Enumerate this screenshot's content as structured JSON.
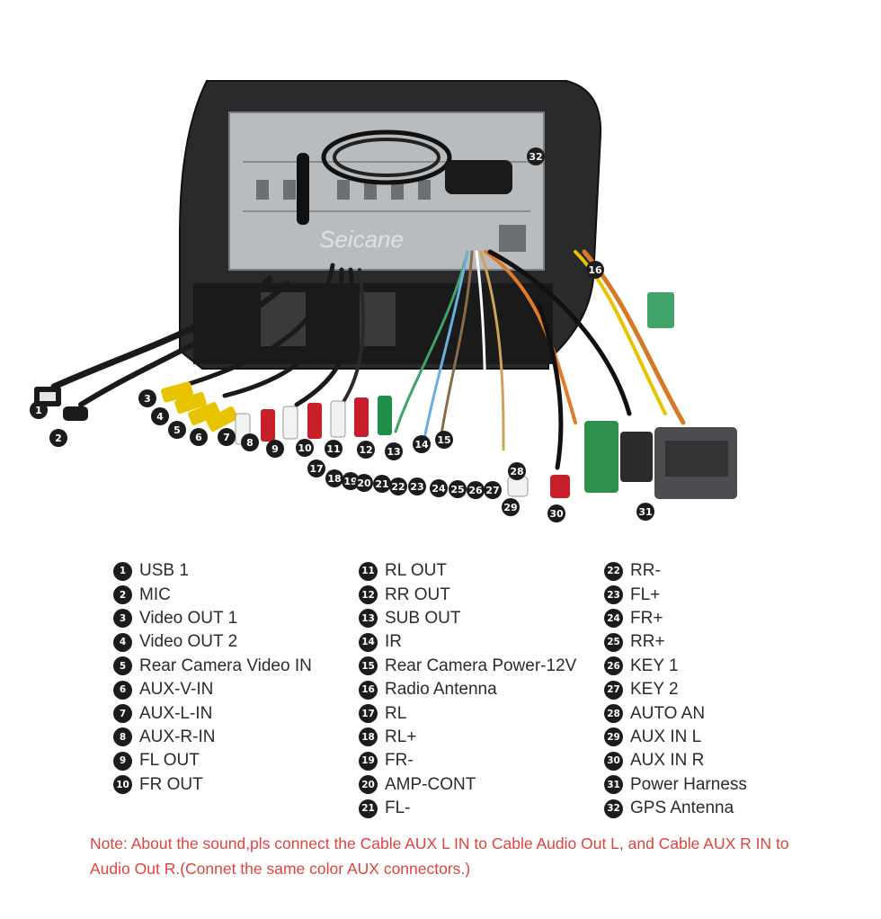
{
  "watermark": "Seicane",
  "legend": {
    "col1": [
      {
        "num": "1",
        "label": "USB 1"
      },
      {
        "num": "2",
        "label": "MIC"
      },
      {
        "num": "3",
        "label": "Video OUT 1"
      },
      {
        "num": "4",
        "label": "Video OUT 2"
      },
      {
        "num": "5",
        "label": "Rear Camera Video IN"
      },
      {
        "num": "6",
        "label": "AUX-V-IN"
      },
      {
        "num": "7",
        "label": "AUX-L-IN"
      },
      {
        "num": "8",
        "label": "AUX-R-IN"
      },
      {
        "num": "9",
        "label": "FL OUT"
      },
      {
        "num": "10",
        "label": "FR OUT"
      }
    ],
    "col2": [
      {
        "num": "11",
        "label": "RL OUT"
      },
      {
        "num": "12",
        "label": "RR OUT"
      },
      {
        "num": "13",
        "label": "SUB OUT"
      },
      {
        "num": "14",
        "label": "IR"
      },
      {
        "num": "15",
        "label": "Rear Camera Power-12V"
      },
      {
        "num": "16",
        "label": "Radio Antenna"
      },
      {
        "num": "17",
        "label": "RL"
      },
      {
        "num": "18",
        "label": "RL+"
      },
      {
        "num": "19",
        "label": "FR-"
      },
      {
        "num": "20",
        "label": "AMP-CONT"
      },
      {
        "num": "21",
        "label": "FL-"
      }
    ],
    "col3": [
      {
        "num": "22",
        "label": "RR-"
      },
      {
        "num": "23",
        "label": "FL+"
      },
      {
        "num": "24",
        "label": "FR+"
      },
      {
        "num": "25",
        "label": "RR+"
      },
      {
        "num": "26",
        "label": "KEY 1"
      },
      {
        "num": "27",
        "label": "KEY 2"
      },
      {
        "num": "28",
        "label": "AUTO AN"
      },
      {
        "num": "29",
        "label": "AUX IN L"
      },
      {
        "num": "30",
        "label": "AUX IN R"
      },
      {
        "num": "31",
        "label": "Power Harness"
      },
      {
        "num": "32",
        "label": "GPS Antenna"
      }
    ]
  },
  "note": "Note: About the sound,pls connect the Cable AUX L IN to Cable Audio Out L, and Cable AUX R IN to  Audio Out R.(Connet the same color AUX connectors.)",
  "badges": [
    "1",
    "2",
    "3",
    "4",
    "5",
    "6",
    "7",
    "8",
    "9",
    "10",
    "11",
    "12",
    "13",
    "14",
    "15",
    "16",
    "17",
    "18",
    "19",
    "20",
    "21",
    "22",
    "23",
    "24",
    "25",
    "26",
    "27",
    "28",
    "29",
    "30",
    "31",
    "32"
  ],
  "colors": {
    "badge": "#1c1c1c",
    "note": "#e0433f",
    "rca_yellow": "#e8c400",
    "rca_red": "#c8202a",
    "rca_white": "#f2f2f2",
    "rca_green": "#1f8f4a"
  }
}
